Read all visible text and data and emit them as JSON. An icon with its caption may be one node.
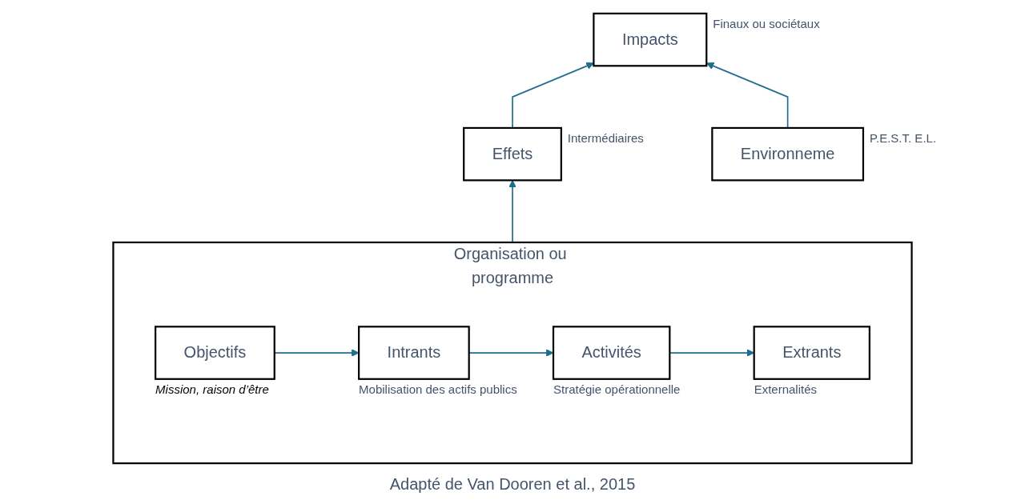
{
  "diagram": {
    "caption": "Adapté de Van Dooren et al., 2015",
    "nodes": [
      {
        "text": [
          "Organisation ou programme"
        ]
      },
      {
        "text": [
          "Objectifs"
        ],
        "in": 0,
        "beside": [
          "Mission, raison d’être"
        ]
      },
      {
        "text": [
          "Intrants"
        ],
        "in": 0,
        "beside": [
          "Mobilisation des actifs publics"
        ]
      },
      {
        "text": [
          "Activités"
        ],
        "in": 0,
        "beside": [
          "Stratégie opérationnelle"
        ]
      },
      {
        "text": [
          "Extrants"
        ],
        "in": 0,
        "beside": [
          "Externalités"
        ]
      },
      {
        "text": [
          "Effets"
        ],
        "beside": [
          "Intermédiaires"
        ]
      },
      {
        "text": [
          "Impacts"
        ],
        "beside": [
          "Finaux ou sociétaux"
        ]
      },
      {
        "text": [
          "Environneme"
        ],
        "beside": [
          "P.E.S.T. E.L."
        ]
      }
    ],
    "edges": [
      {
        "from": 1,
        "to": 2,
        "arrow": "to"
      },
      {
        "from": 2,
        "to": 3,
        "arrow": "to"
      },
      {
        "from": 3,
        "to": 4,
        "arrow": "to"
      },
      {
        "from": 0,
        "to": 5,
        "arrow": "to"
      },
      {
        "from": 5,
        "to": 6,
        "arrow": "to"
      },
      {
        "from": 7,
        "to": 6,
        "arrow": "to"
      }
    ]
  }
}
